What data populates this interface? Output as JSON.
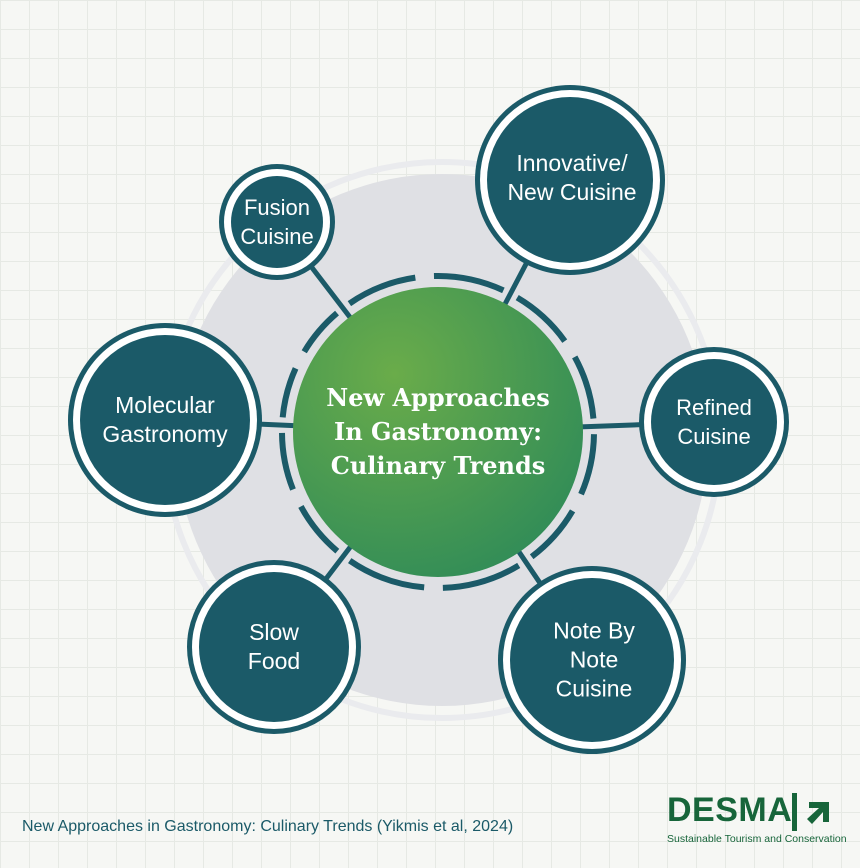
{
  "center": {
    "title": "New Approaches\nIn Gastronomy:\nCulinary Trends"
  },
  "nodes": [
    {
      "id": "fusion",
      "label": "Fusion\nCuisine"
    },
    {
      "id": "innovative",
      "label": "Innovative/\nNew Cuisine"
    },
    {
      "id": "molecular",
      "label": "Molecular\nGastronomy"
    },
    {
      "id": "refined",
      "label": "Refined\nCuisine"
    },
    {
      "id": "slow",
      "label": "Slow\nFood"
    },
    {
      "id": "note",
      "label": "Note By\nNote\nCuisine"
    }
  ],
  "caption": "New Approaches in Gastronomy: Culinary Trends (Yikmis et al, 2024)",
  "logo": {
    "name": "DESMA",
    "tagline": "Sustainable Tourism and Conservation"
  },
  "colors": {
    "teal": "#1b5a68",
    "green": "#3f9a4e",
    "brand": "#17653a",
    "gray": "#dfe0e4"
  }
}
